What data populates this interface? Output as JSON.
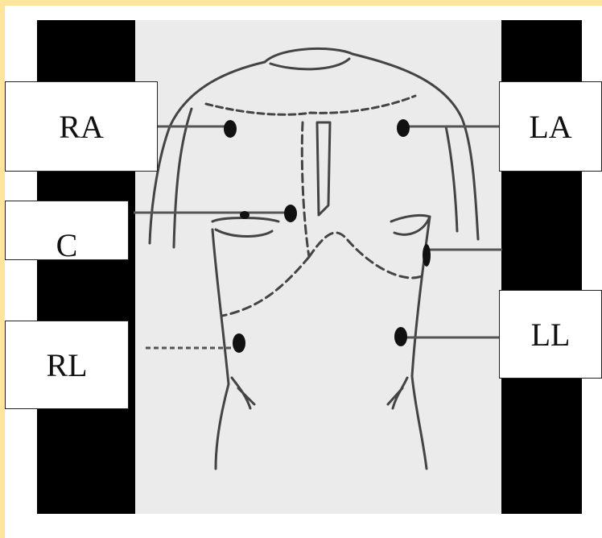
{
  "labels": {
    "ra": "RA",
    "la": "LA",
    "c": "C",
    "rl": "RL",
    "ll": "LL"
  },
  "colors": {
    "background": "#fde59a",
    "panel": "#ffffff",
    "bar": "#000000",
    "torso_area": "#ebebeb",
    "line": "#555555"
  }
}
